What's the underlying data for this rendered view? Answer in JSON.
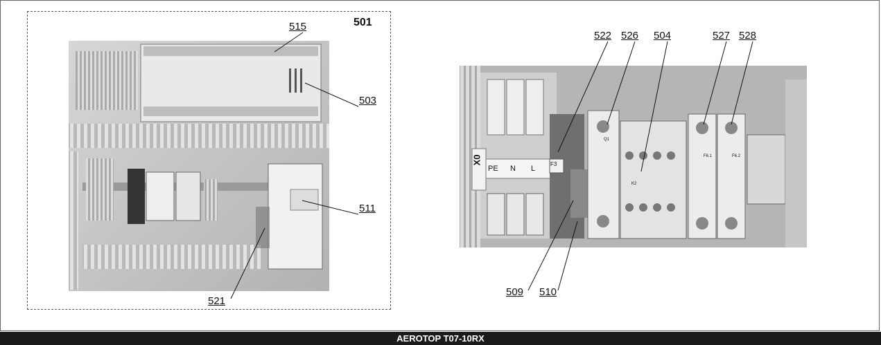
{
  "page": {
    "group_label": "501",
    "footer_title": "AEROTOP T07-10RX"
  },
  "left_figure": {
    "callouts": [
      "515",
      "503",
      "511",
      "521"
    ]
  },
  "right_figure": {
    "callouts": [
      "522",
      "526",
      "504",
      "527",
      "528",
      "509",
      "510"
    ],
    "terminal_labels": [
      "X0",
      "PE",
      "N",
      "L",
      "F3"
    ],
    "breaker_labels": [
      "Q1",
      "K2",
      "F6.1",
      "F6.2"
    ]
  }
}
